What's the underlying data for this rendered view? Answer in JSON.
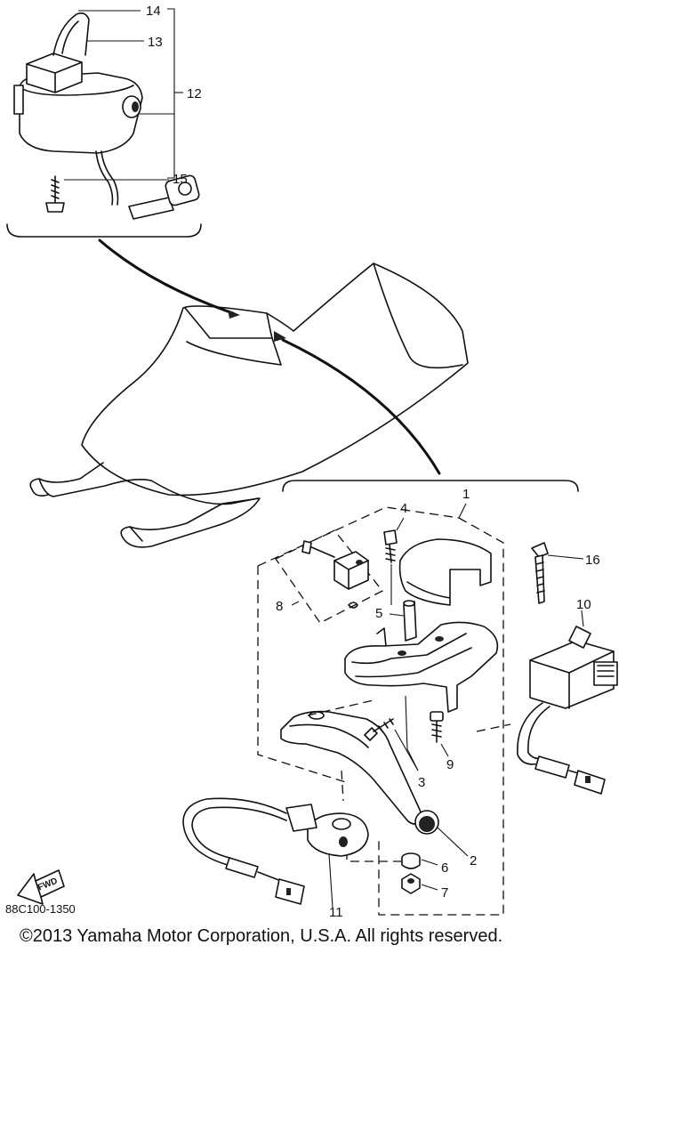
{
  "callouts": {
    "c1": "1",
    "c2": "2",
    "c3": "3",
    "c4": "4",
    "c5": "5",
    "c6": "6",
    "c7": "7",
    "c8": "8",
    "c9": "9",
    "c10": "10",
    "c11": "11",
    "c12": "12",
    "c13": "13",
    "c14": "14",
    "c15": "15",
    "c16": "16"
  },
  "fwd_label": "FWD",
  "drawing_code": "88C100-1350",
  "copyright": "©2013 Yamaha Motor Corporation, U.S.A. All rights reserved."
}
